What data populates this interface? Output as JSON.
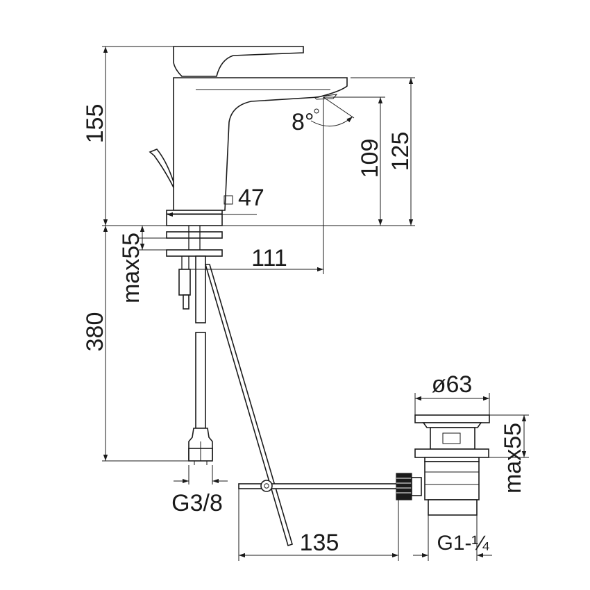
{
  "dimensions": {
    "total_height": "155",
    "spout_height": "125",
    "outlet_height": "109",
    "spray_angle": "8°",
    "body_size": "47",
    "max_deck_thickness": "max55",
    "spout_reach": "111",
    "hose_length": "380",
    "hose_connection": "G3/8",
    "waste_diameter": "ø63",
    "waste_max_thickness": "max55",
    "rod_length": "135",
    "waste_thread": "G1-¼"
  },
  "colors": {
    "line": "#1a1a1a",
    "background": "#ffffff"
  }
}
